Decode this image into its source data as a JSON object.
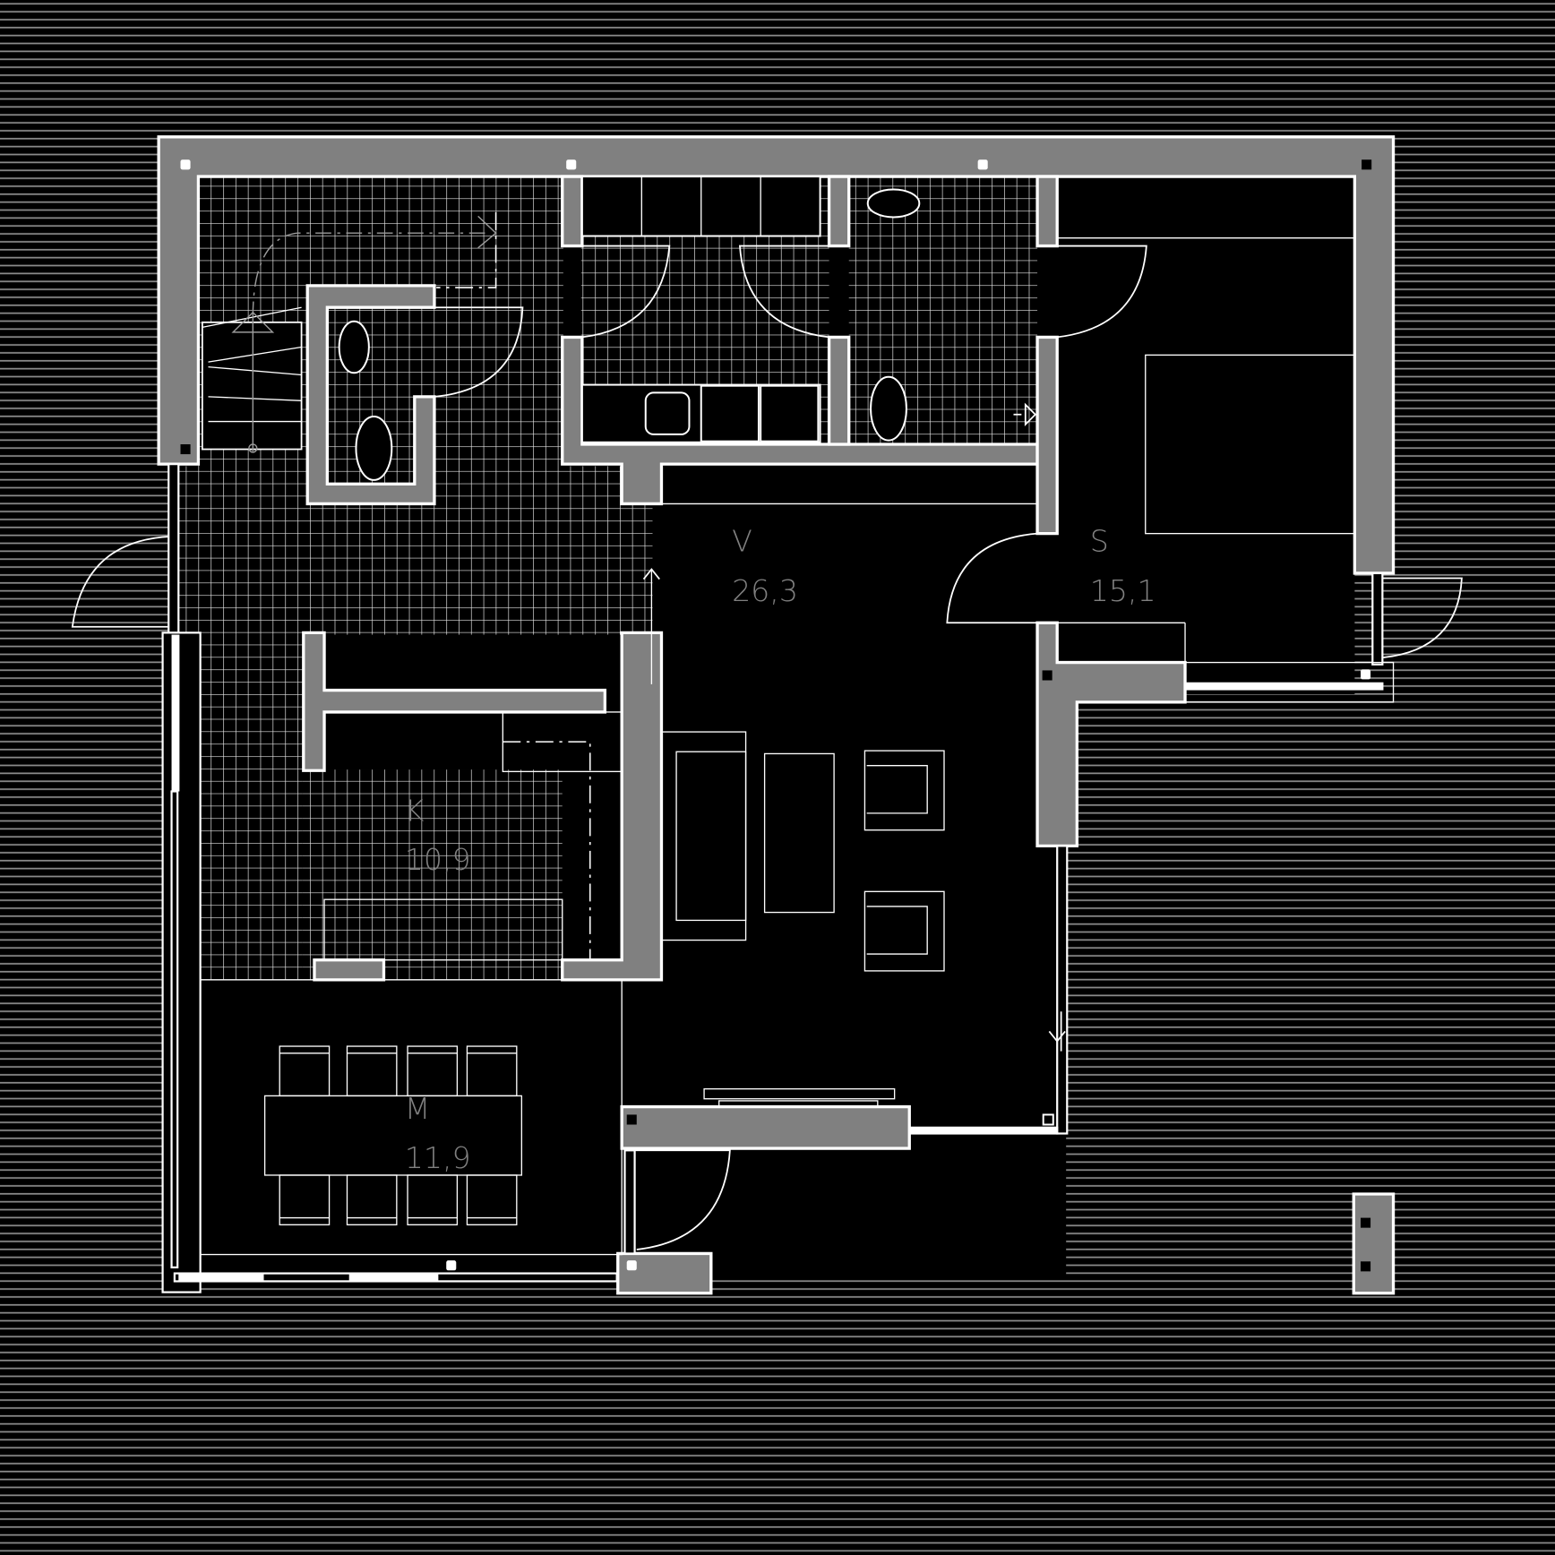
{
  "plan": {
    "type": "floor-plan",
    "colors": {
      "background": "#000000",
      "wall_fill": "#808080",
      "outline": "#ffffff",
      "label": "#808080",
      "hatch": "#8a8a8a"
    },
    "rooms": [
      {
        "code": "V",
        "area": "26,3"
      },
      {
        "code": "S",
        "area": "15,1"
      },
      {
        "code": "K",
        "area": "10,9"
      },
      {
        "code": "M",
        "area": "11,9"
      }
    ]
  }
}
